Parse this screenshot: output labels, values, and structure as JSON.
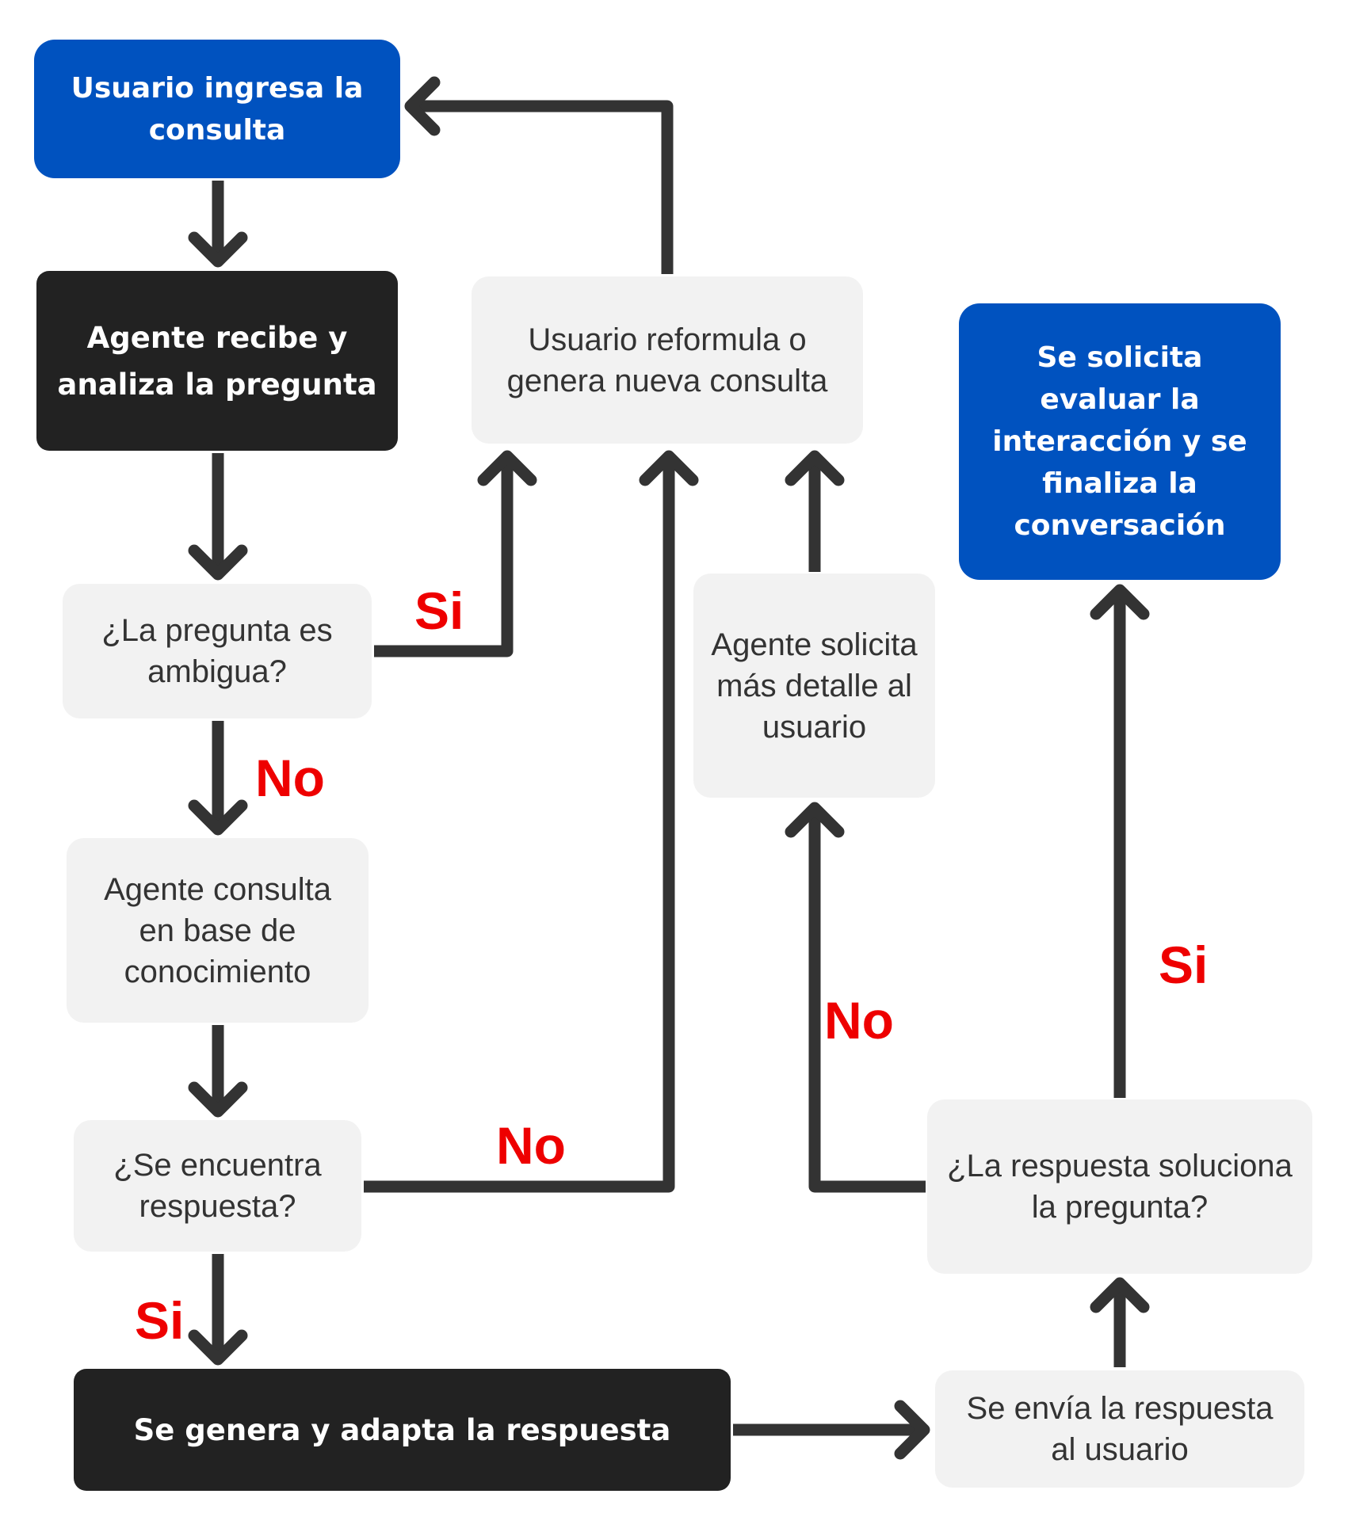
{
  "nodes": {
    "start": "Usuario ingresa la consulta",
    "receive": "Agente recibe y analiza la pregunta",
    "ambiguous": "¿La pregunta es ambigua?",
    "kb": "Agente consulta en base de conocimiento",
    "found": "¿Se encuentra respuesta?",
    "generate": "Se genera y adapta la respuesta",
    "reformulate": "Usuario reformula o genera nueva consulta",
    "more_detail": "Agente solicita más detalle al usuario",
    "send": "Se envía la respuesta al usuario",
    "solves": "¿La respuesta soluciona la pregunta?",
    "end": "Se solicita evaluar la interacción y se finaliza la conversación"
  },
  "labels": {
    "ambiguous_yes": "Si",
    "ambiguous_no": "No",
    "found_no": "No",
    "found_yes": "Si",
    "solves_no": "No",
    "solves_yes": "Si"
  },
  "colors": {
    "primary_blue": "#0052bf",
    "dark": "#222222",
    "light": "#f2f2f2",
    "arrow": "#333333",
    "label_red": "#ee0000"
  }
}
